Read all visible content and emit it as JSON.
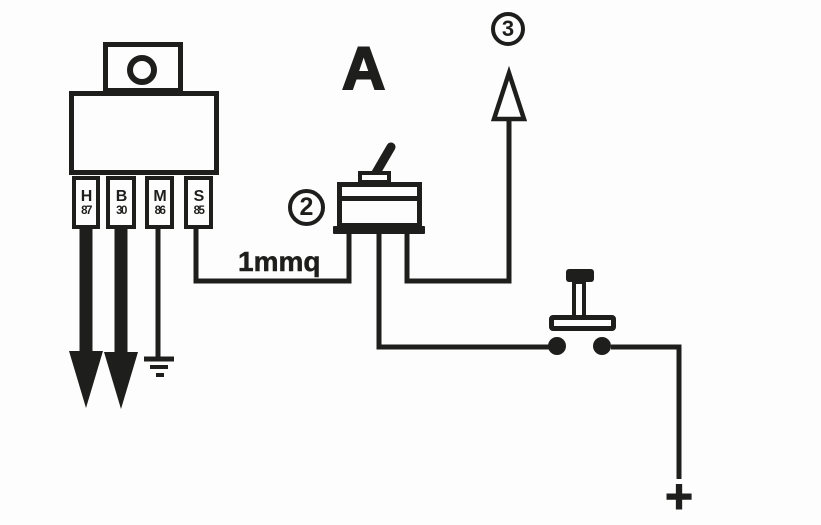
{
  "colors": {
    "ink": "#1e1e1c",
    "paper": "#fdfdfd"
  },
  "relay": {
    "terminals": [
      {
        "letter": "H",
        "number": "87"
      },
      {
        "letter": "B",
        "number": "30"
      },
      {
        "letter": "M",
        "number": "86"
      },
      {
        "letter": "S",
        "number": "85"
      }
    ]
  },
  "annotations": {
    "switch_letter": "A",
    "callout_switch": "2",
    "callout_output": "3",
    "wire_gauge": "1mmq",
    "battery_positive": "+"
  }
}
